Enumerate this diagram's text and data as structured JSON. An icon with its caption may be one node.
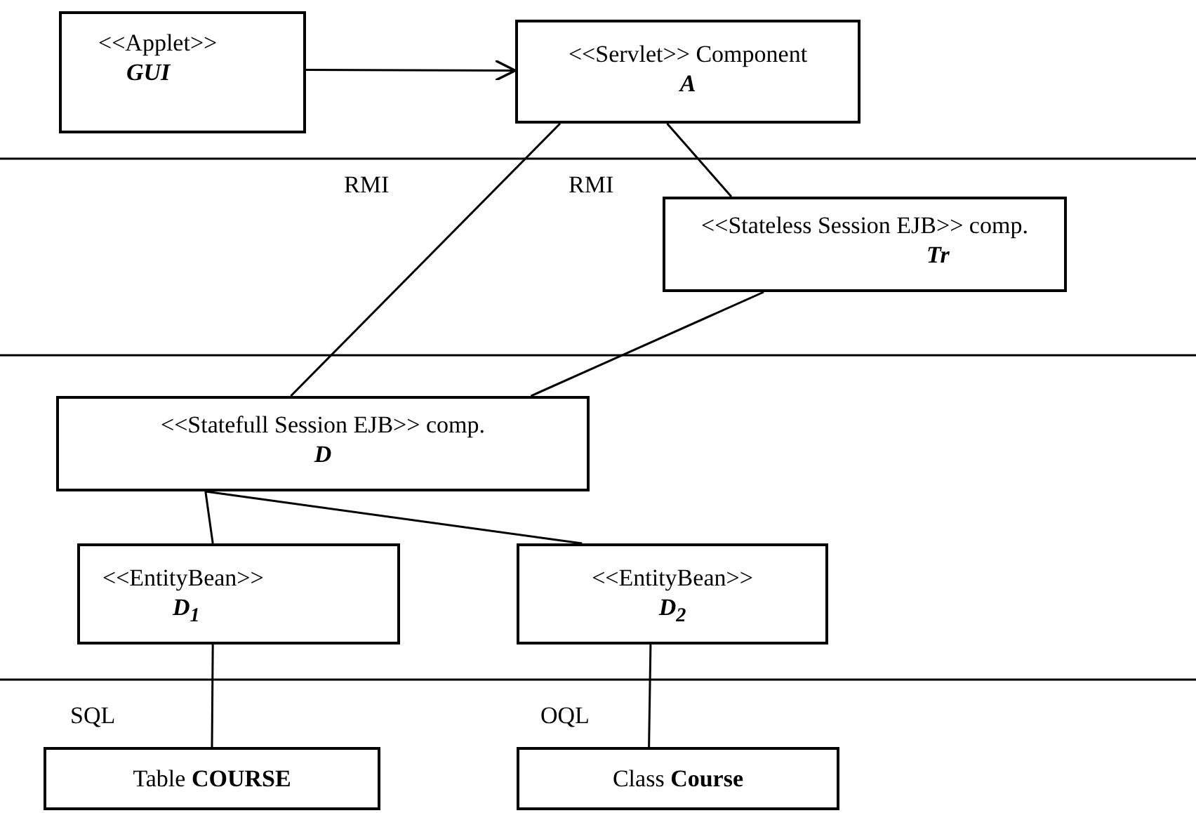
{
  "diagram": {
    "nodes": [
      {
        "text": [
          "<<Applet>>",
          "GUI"
        ]
      },
      {
        "text": [
          "<<Servlet>> Component",
          "A"
        ]
      },
      {
        "text": [
          "<<Stateless Session EJB>> comp.",
          "Tr"
        ]
      },
      {
        "text": [
          "<<Statefull Session EJB>> comp.",
          "D"
        ]
      },
      {
        "text": [
          "<<EntityBean>>",
          "D$_{1}$"
        ]
      },
      {
        "text": [
          "<<EntityBean>>",
          "D$_{2}$"
        ]
      },
      {
        "text": [
          "Table **COURSE**"
        ]
      },
      {
        "text": [
          "Class **Course**"
        ]
      }
    ],
    "edges": [
      {
        "from": 0,
        "to": 1,
        "arrow": "to"
      },
      {
        "from": 1,
        "to": 3,
        "arrow": "none"
      },
      {
        "from": 1,
        "to": 2,
        "arrow": "none"
      },
      {
        "from": 2,
        "to": 3,
        "arrow": "none"
      },
      {
        "from": 3,
        "to": 4,
        "arrow": "none"
      },
      {
        "from": 3,
        "to": 5,
        "arrow": "none"
      },
      {
        "from": 4,
        "to": 6,
        "arrow": "none"
      },
      {
        "from": 5,
        "to": 7,
        "arrow": "none"
      }
    ],
    "labels": [
      "RMI",
      "RMI",
      "SQL",
      "OQL"
    ]
  }
}
